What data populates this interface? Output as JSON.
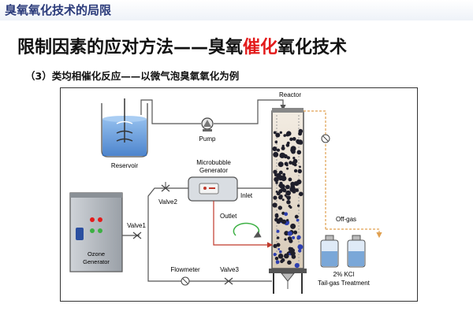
{
  "header": {
    "top_title": "臭氧氧化技术的局限"
  },
  "main_title": {
    "before": "限制因素的应对方法——臭氧",
    "highlight": "催化",
    "after": "氧化技术"
  },
  "subtitle": "（3）类均相催化反应——以微气泡臭氧氧化为例",
  "diagram": {
    "labels": {
      "reactor": "Reactor",
      "pump": "Pump",
      "reservoir": "Reservoir",
      "microbubble_1": "Microbubble",
      "microbubble_2": "Generator",
      "inlet": "Inlet",
      "outlet": "Outlet",
      "valve1": "Valve1",
      "valve2": "Valve2",
      "valve3": "Valve3",
      "flowmeter": "Flowmeter",
      "ozone_1": "Ozone",
      "ozone_2": "Generator",
      "offgas": "Off-gas",
      "kcl": "2% KCl",
      "tailgas": "Tail-gas Treatment"
    },
    "colors": {
      "pipe": "#555555",
      "ozone_line": "#c0392b",
      "offgas_line": "#e0a050",
      "highlight": "#e31b1b"
    }
  }
}
